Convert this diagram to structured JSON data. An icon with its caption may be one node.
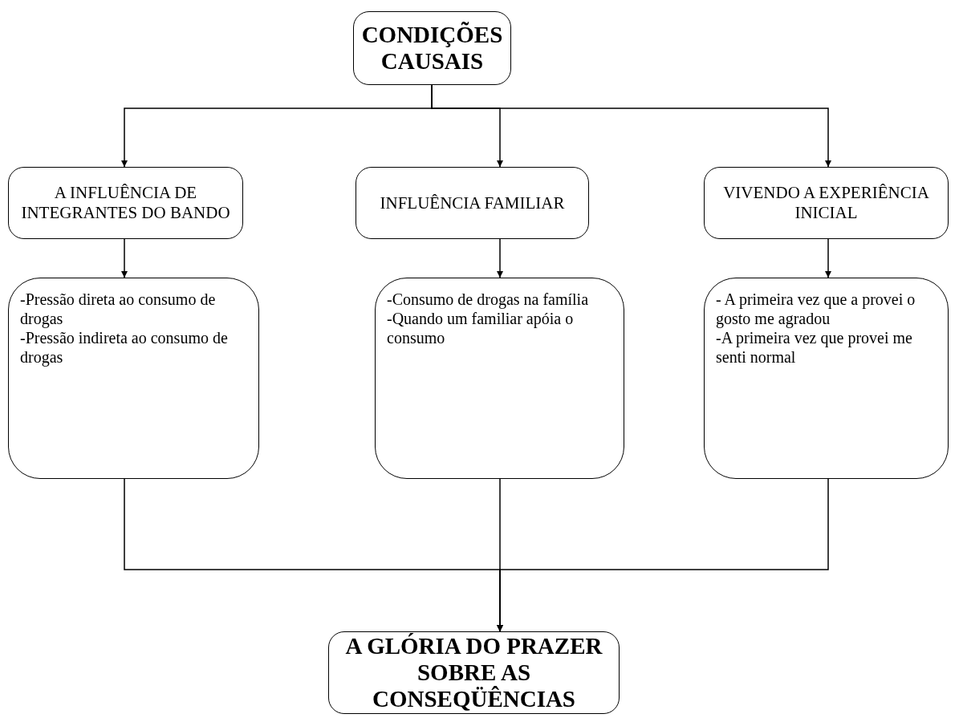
{
  "diagram": {
    "nodes": [
      {
        "text": [
          "CONDIÇÕES CAUSAIS"
        ]
      },
      {
        "text": [
          "A INFLUÊNCIA DE INTEGRANTES DO BANDO"
        ]
      },
      {
        "text": [
          "INFLUÊNCIA FAMILIAR"
        ]
      },
      {
        "text": [
          "VIVENDO A EXPERIÊNCIA INICIAL"
        ]
      },
      {
        "text": [
          "-Pressão direta ao consumo de drogas",
          "-Pressão indireta ao consumo de drogas"
        ]
      },
      {
        "text": [
          "-Consumo de drogas na família",
          "-Quando um familiar apóia o consumo"
        ]
      },
      {
        "text": [
          "- A primeira vez que a provei o gosto me agradou",
          "-A primeira vez que provei me senti normal"
        ]
      },
      {
        "text": [
          "A GLÓRIA DO PRAZER SOBRE AS CONSEQÜÊNCIAS"
        ]
      }
    ],
    "edges": [
      {
        "from": 0,
        "to": 1,
        "arrow": "to"
      },
      {
        "from": 0,
        "to": 2,
        "arrow": "to"
      },
      {
        "from": 0,
        "to": 3,
        "arrow": "to"
      },
      {
        "from": 1,
        "to": 4,
        "arrow": "to"
      },
      {
        "from": 2,
        "to": 5,
        "arrow": "to"
      },
      {
        "from": 3,
        "to": 6,
        "arrow": "to"
      },
      {
        "from": 4,
        "to": 7,
        "arrow": "to"
      },
      {
        "from": 5,
        "to": 7,
        "arrow": "to"
      },
      {
        "from": 6,
        "to": 7,
        "arrow": "to"
      }
    ]
  }
}
